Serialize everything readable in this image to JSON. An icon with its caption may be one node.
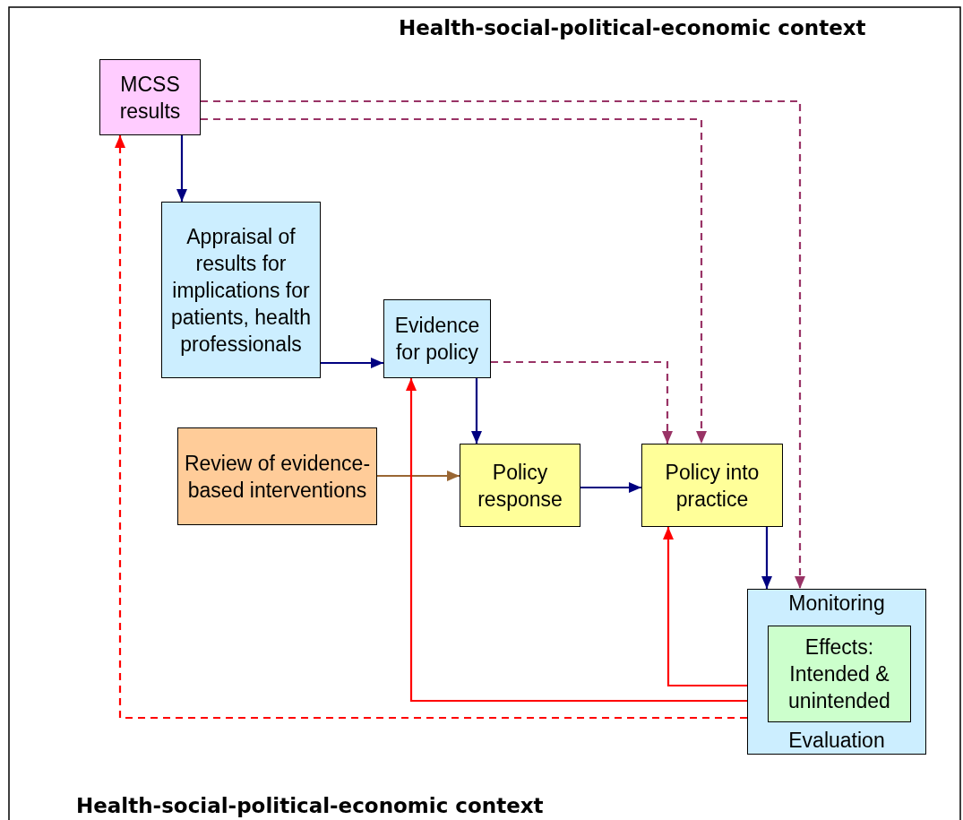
{
  "diagram": {
    "nodes": [
      {
        "text": [
          "MCSS results"
        ]
      },
      {
        "text": [
          "Appraisal of results for implications for patients, health professionals"
        ]
      },
      {
        "text": [
          "Evidence for policy"
        ]
      },
      {
        "text": [
          "Review of evidence-based interventions"
        ]
      },
      {
        "text": [
          "Policy response"
        ]
      },
      {
        "text": [
          "Policy into practice"
        ]
      },
      {
        "text": [
          "Monitoring",
          "Evaluation"
        ]
      },
      {
        "text": [
          "Effects: Intended & unintended"
        ],
        "in": 6
      }
    ],
    "edges": [
      {
        "from": 0,
        "to": 1,
        "arrow": "to"
      },
      {
        "from": 1,
        "to": 2,
        "arrow": "to"
      },
      {
        "from": 2,
        "to": 4,
        "arrow": "to"
      },
      {
        "from": 3,
        "to": 4,
        "arrow": "to",
        "color": "#996633"
      },
      {
        "from": 4,
        "to": 5,
        "arrow": "to"
      },
      {
        "from": 5,
        "to": 6,
        "arrow": "to"
      },
      {
        "from": 0,
        "to": 5,
        "arrow": "to",
        "style": "dashed",
        "color": "#993366"
      },
      {
        "from": 0,
        "to": 6,
        "arrow": "to",
        "style": "dashed",
        "color": "#993366"
      },
      {
        "from": 2,
        "to": 5,
        "arrow": "to",
        "style": "dashed",
        "color": "#993366"
      },
      {
        "from": 6,
        "to": 2,
        "arrow": "to",
        "color": "#ff0000"
      },
      {
        "from": 6,
        "to": 5,
        "arrow": "to",
        "color": "#ff0000"
      },
      {
        "from": 6,
        "to": 0,
        "arrow": "to",
        "style": "dashed",
        "color": "#ff0000"
      }
    ],
    "labels": [
      "Health-social-political-economic context",
      "Health-social-political-economic context"
    ]
  }
}
